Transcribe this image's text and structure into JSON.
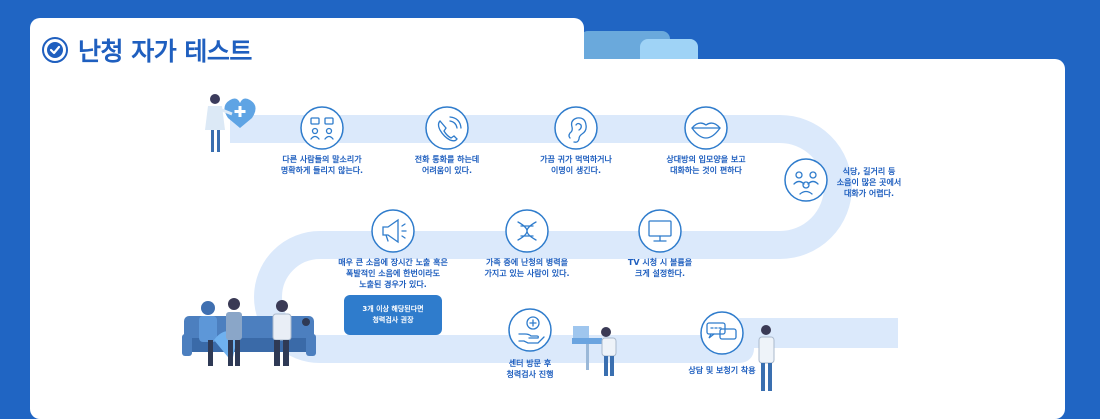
{
  "title": "난청 자가 테스트",
  "steps": [
    {
      "label": "다른 사람들의 말소리가\n명확하게 들리지 않는다.",
      "icon": "people-conversation-icon"
    },
    {
      "label": "전화 통화를 하는데\n어려움이 있다.",
      "icon": "phone-icon"
    },
    {
      "label": "가끔 귀가 먹먹하거나\n이명이 생긴다.",
      "icon": "ear-icon"
    },
    {
      "label": "상대방의 입모양을 보고\n대화하는 것이 편하다",
      "icon": "lips-icon"
    },
    {
      "label": "식당, 길거리 등\n소음이 많은 곳에서\n대화가 어렵다.",
      "icon": "crowd-icon"
    },
    {
      "label": "TV 시청 시 볼륨을\n크게 설정한다.",
      "icon": "tv-icon"
    },
    {
      "label": "가족 중에 난청의 병력을\n가지고 있는 사람이 있다.",
      "icon": "dna-icon"
    },
    {
      "label": "매우 큰 소음에 장시간 노출 혹은\n폭발적인 소음에 한번이라도\n노출된 경우가 있다.",
      "icon": "megaphone-icon"
    },
    {
      "label": "센터 방문 후\n청력검사 진행",
      "icon": "hand-care-icon"
    },
    {
      "label": "상담 및 보청기 착용",
      "icon": "chat-bubbles-icon"
    }
  ],
  "badge": "3개 이상 해당된다면\n청력검사 권장",
  "colors": {
    "background": "#2065c3",
    "accent": "#1f5fbf",
    "path": "#dbe9fb"
  }
}
